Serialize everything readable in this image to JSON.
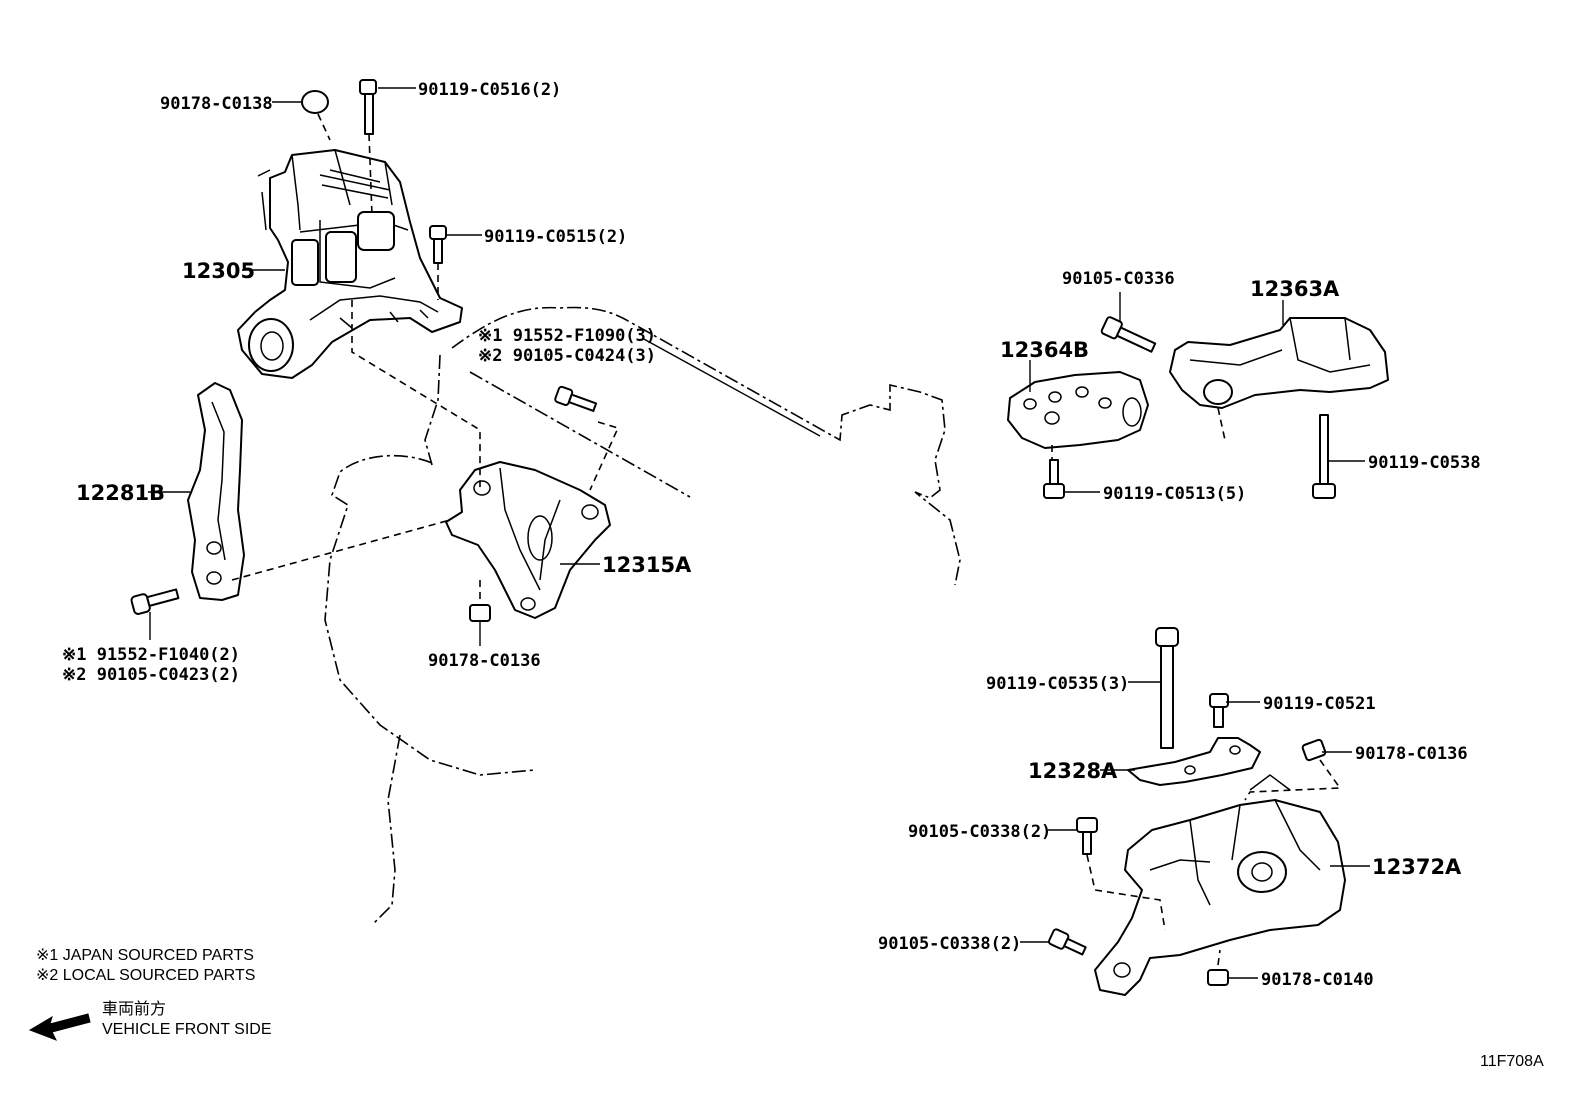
{
  "labels": {
    "p_90178_C0138": "90178-C0138",
    "p_90119_C0516": "90119-C0516(2)",
    "p_90119_C0515": "90119-C0515(2)",
    "p_12305": "12305",
    "p_91552_F1090": "※1 91552-F1090(3)",
    "p_90105_C0424": "※2 90105-C0424(3)",
    "p_12281B": "12281B",
    "p_12315A": "12315A",
    "p_91552_F1040": "※1 91552-F1040(2)",
    "p_90105_C0423": "※2 90105-C0423(2)",
    "p_90178_C0136_a": "90178-C0136",
    "p_90105_C0336": "90105-C0336",
    "p_12363A": "12363A",
    "p_12364B": "12364B",
    "p_90119_C0538": "90119-C0538",
    "p_90119_C0513": "90119-C0513(5)",
    "p_90119_C0535": "90119-C0535(3)",
    "p_90119_C0521": "90119-C0521",
    "p_90178_C0136_b": "90178-C0136",
    "p_12328A": "12328A",
    "p_90105_C0338_a": "90105-C0338(2)",
    "p_12372A": "12372A",
    "p_90105_C0338_b": "90105-C0338(2)",
    "p_90178_C0140": "90178-C0140"
  },
  "legend": {
    "note1": "※1  JAPAN SOURCED PARTS",
    "note2": "※2  LOCAL SOURCED PARTS",
    "direction_jp": "車両前方",
    "direction_en": "VEHICLE FRONT SIDE"
  },
  "figure_id": "11F708A"
}
